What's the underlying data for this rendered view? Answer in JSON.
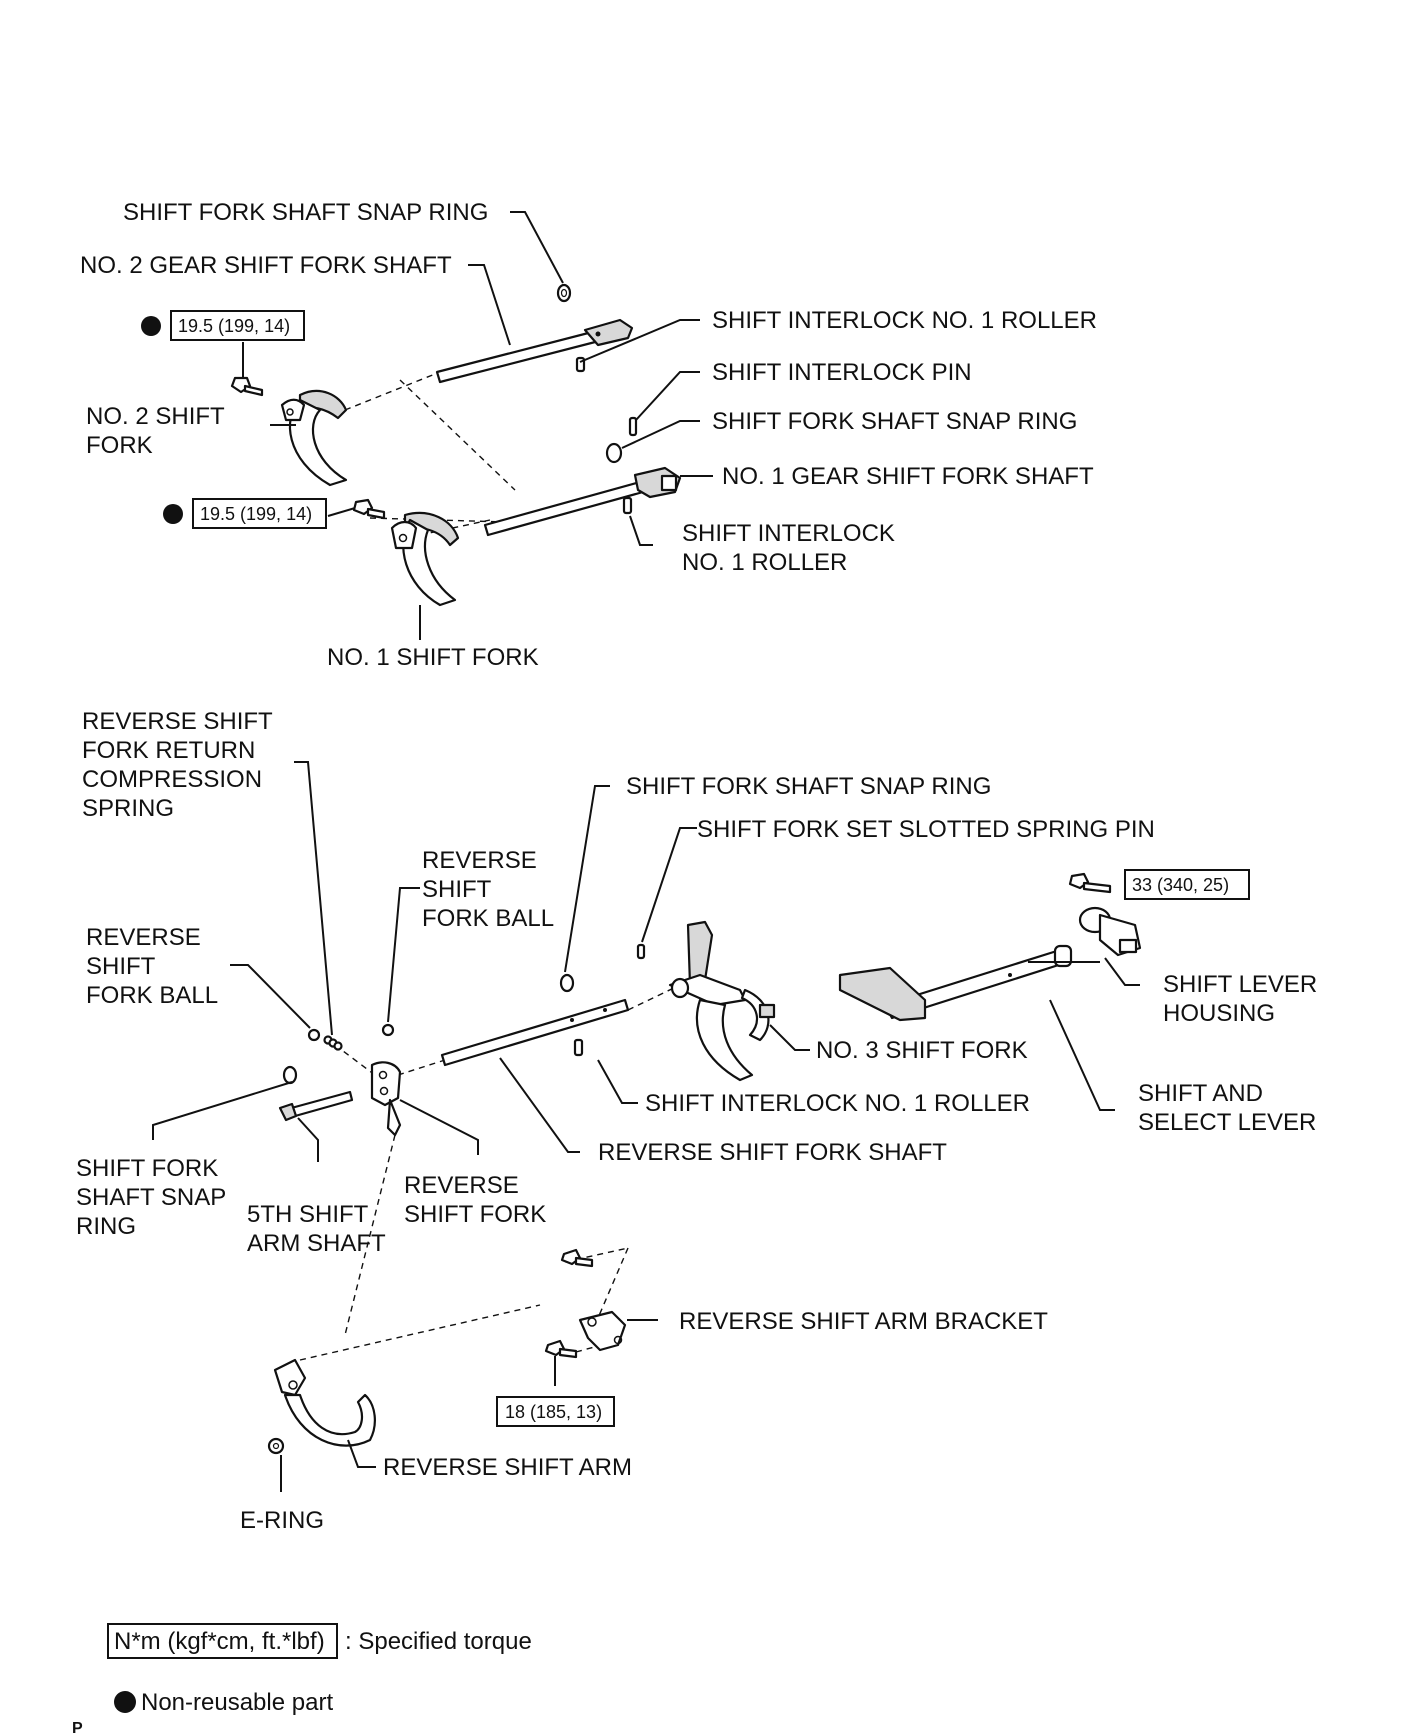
{
  "upper": {
    "snap_ring_top": "SHIFT FORK SHAFT SNAP RING",
    "no2_gear_shaft": "NO. 2 GEAR SHIFT FORK SHAFT",
    "torque_a": "19.5 (199, 14)",
    "interlock_roller_a": "SHIFT INTERLOCK NO. 1 ROLLER",
    "interlock_pin": "SHIFT INTERLOCK PIN",
    "no2_fork_line1": "NO. 2 SHIFT",
    "no2_fork_line2": "FORK",
    "snap_ring_mid": "SHIFT FORK SHAFT SNAP RING",
    "no1_gear_shaft": "NO. 1 GEAR SHIFT FORK SHAFT",
    "torque_b": "19.5 (199, 14)",
    "interlock_roller_b_line1": "SHIFT INTERLOCK",
    "interlock_roller_b_line2": "NO. 1 ROLLER",
    "no1_fork": "NO. 1 SHIFT FORK"
  },
  "lower": {
    "return_spring_lines": [
      "REVERSE SHIFT",
      "FORK RETURN",
      "COMPRESSION",
      "SPRING"
    ],
    "snap_ring": "SHIFT FORK SHAFT SNAP RING",
    "slotted_pin": "SHIFT FORK SET SLOTTED SPRING PIN",
    "ball_right_lines": [
      "REVERSE",
      "SHIFT",
      "FORK BALL"
    ],
    "torque_c": "33 (340, 25)",
    "ball_left_lines": [
      "REVERSE",
      "SHIFT",
      "FORK BALL"
    ],
    "housing_lines": [
      "SHIFT LEVER",
      "HOUSING"
    ],
    "no3_fork": "NO. 3 SHIFT FORK",
    "interlock_roller": "SHIFT INTERLOCK NO. 1 ROLLER",
    "select_lever_lines": [
      "SHIFT AND",
      "SELECT LEVER"
    ],
    "reverse_shaft": "REVERSE SHIFT FORK SHAFT",
    "snap_ring_left_lines": [
      "SHIFT FORK",
      "SHAFT SNAP",
      "RING"
    ],
    "reverse_fork_lines": [
      "REVERSE",
      "SHIFT FORK"
    ],
    "arm_shaft_lines": [
      "5TH SHIFT",
      "ARM SHAFT"
    ],
    "arm_bracket": "REVERSE SHIFT ARM BRACKET",
    "torque_d": "18 (185, 13)",
    "reverse_arm": "REVERSE SHIFT ARM",
    "e_ring": "E-RING"
  },
  "legend": {
    "torque_unit": "N*m (kgf*cm, ft.*lbf)",
    "torque_desc": ": Specified torque",
    "nonreusable": "Non-reusable part"
  },
  "corner_mark": "P"
}
